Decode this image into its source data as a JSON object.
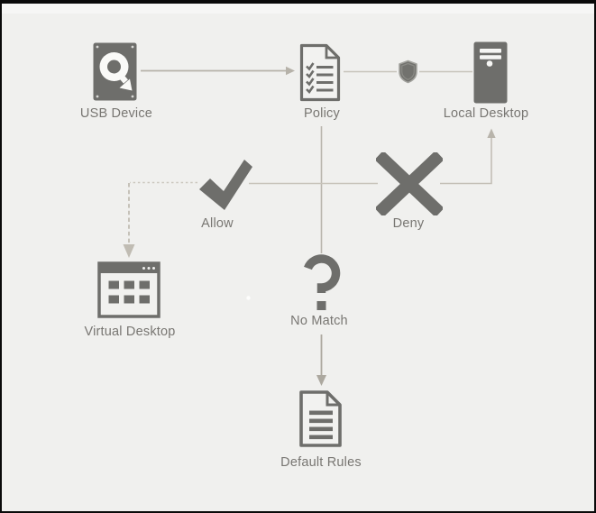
{
  "nodes": [
    {
      "label": "USB Device",
      "icon": "hard-drive-icon"
    },
    {
      "label": "Policy",
      "icon": "checklist-document-icon"
    },
    {
      "label": "Local Desktop",
      "icon": "desktop-tower-icon"
    },
    {
      "label": "Allow",
      "icon": "checkmark-icon"
    },
    {
      "label": "Deny",
      "icon": "cross-icon"
    },
    {
      "label": "Virtual Desktop",
      "icon": "app-window-icon"
    },
    {
      "label": "No Match",
      "icon": "question-mark-icon"
    },
    {
      "label": "Default Rules",
      "icon": "document-icon"
    }
  ],
  "decorations": [
    {
      "icon": "shield-icon",
      "position": "between Policy and Local Desktop"
    }
  ],
  "edges": [
    {
      "from": "USB Device",
      "to": "Policy",
      "style": "solid-arrow"
    },
    {
      "from": "Policy",
      "to": "Local Desktop",
      "through": "shield-icon",
      "style": "solid-line"
    },
    {
      "from": "Policy",
      "to": "No Match",
      "style": "solid-line"
    },
    {
      "from": "Allow",
      "to": "Deny",
      "style": "solid-line"
    },
    {
      "from": "Allow",
      "to": "Virtual Desktop",
      "style": "dashed-arrow"
    },
    {
      "from": "Deny",
      "to": "Local Desktop",
      "style": "solid-arrow"
    },
    {
      "from": "No Match",
      "to": "Default Rules",
      "style": "solid-arrow"
    }
  ],
  "colors": {
    "background": "#f0f0ee",
    "frame": "#0a0a0a",
    "icon": "#6e6e6b",
    "line_light": "#c6c2b9",
    "line_medium": "#b4b0a7",
    "dashed_line": "#cbc7be",
    "label_text": "#787672"
  }
}
